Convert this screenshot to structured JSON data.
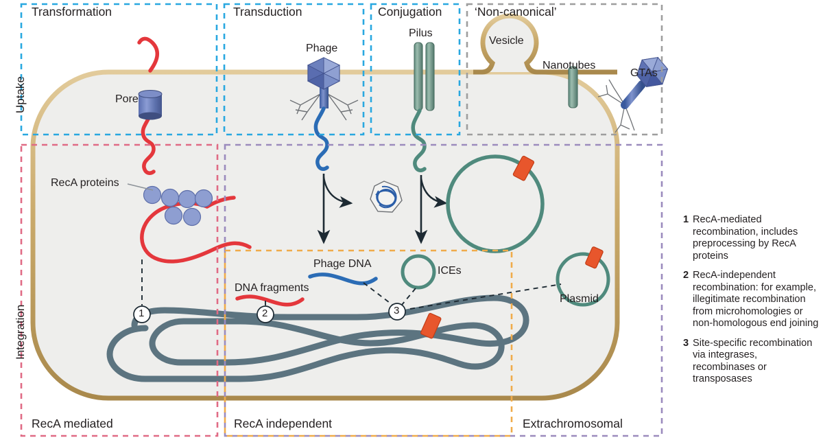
{
  "figure": {
    "axis_labels": {
      "uptake": "Uptake",
      "integration": "Integration"
    },
    "uptake_sections": [
      {
        "key": "transformation",
        "title": "Transformation",
        "color": "#29a8e0"
      },
      {
        "key": "transduction",
        "title": "Transduction",
        "color": "#29a8e0"
      },
      {
        "key": "conjugation",
        "title": "Conjugation",
        "color": "#29a8e0"
      },
      {
        "key": "non_canonical",
        "title": "‘Non-canonical’",
        "color": "#9e9e9e"
      }
    ],
    "integration_sections": [
      {
        "key": "reca_mediated",
        "title": "RecA mediated",
        "color": "#e06b85"
      },
      {
        "key": "reca_independent",
        "title": "RecA independent",
        "color": "#f0ab4a"
      },
      {
        "key": "extrachromosomal",
        "title": "Extrachromosomal",
        "color": "#9b8bbd"
      }
    ],
    "element_labels": {
      "pore": "Pore",
      "phage": "Phage",
      "pilus": "Pilus",
      "vesicle": "Vesicle",
      "nanotubes": "Nanotubes",
      "gtas": "GTAs",
      "reca_proteins": "RecA proteins",
      "phage_dna": "Phage DNA",
      "dna_fragments": "DNA fragments",
      "ices": "ICEs",
      "plasmid": "Plasmid"
    },
    "callout_markers": [
      "1",
      "2",
      "3"
    ],
    "legend": [
      {
        "number": "1",
        "text": "RecA-mediated recombination, includes preprocessing by RecA proteins"
      },
      {
        "number": "2",
        "text": "RecA-independent recombination: for example, illegitimate recombination from microhomologies or non-homologous end joining"
      },
      {
        "number": "3",
        "text": "Site-specific recombination via integrases, recombinases or transposases"
      }
    ],
    "colors": {
      "cell_membrane": "#c8a котор",
      "membrane": "#c9a96a",
      "cytoplasm": "#eeeeec",
      "chromosome": "#5c7480",
      "red_dna": "#e4373c",
      "blue_dna": "#2b6cb5",
      "green_dna": "#4f8a7d",
      "insert_orange": "#e8562c",
      "protein_blue": "#8e9ed1",
      "text": "#231f20"
    }
  }
}
